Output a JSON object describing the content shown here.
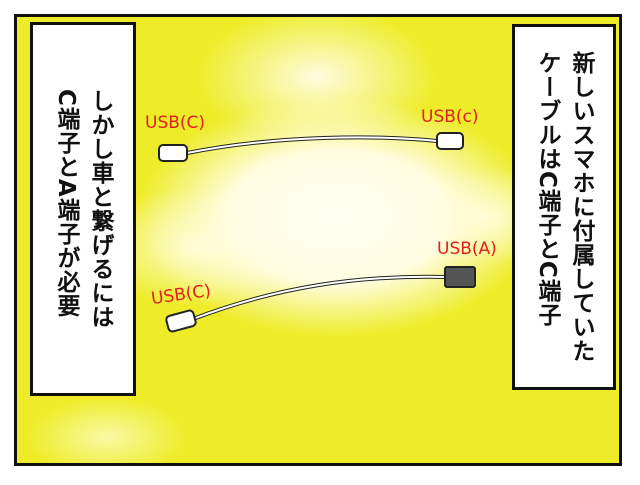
{
  "right_caption": {
    "line1": "新しいスマホに付属していた",
    "line2": "ケーブルはC端子とC端子"
  },
  "left_caption": {
    "line1": "しかし車と繋げるには",
    "line2": "C端子とA端子が必要"
  },
  "labels": {
    "top_left": "USB(C)",
    "top_right": "USB(c)",
    "bottom_left": "USB(C)",
    "bottom_right": "USB(A)"
  },
  "colors": {
    "background": "#eeec28",
    "label": "#e02020"
  }
}
